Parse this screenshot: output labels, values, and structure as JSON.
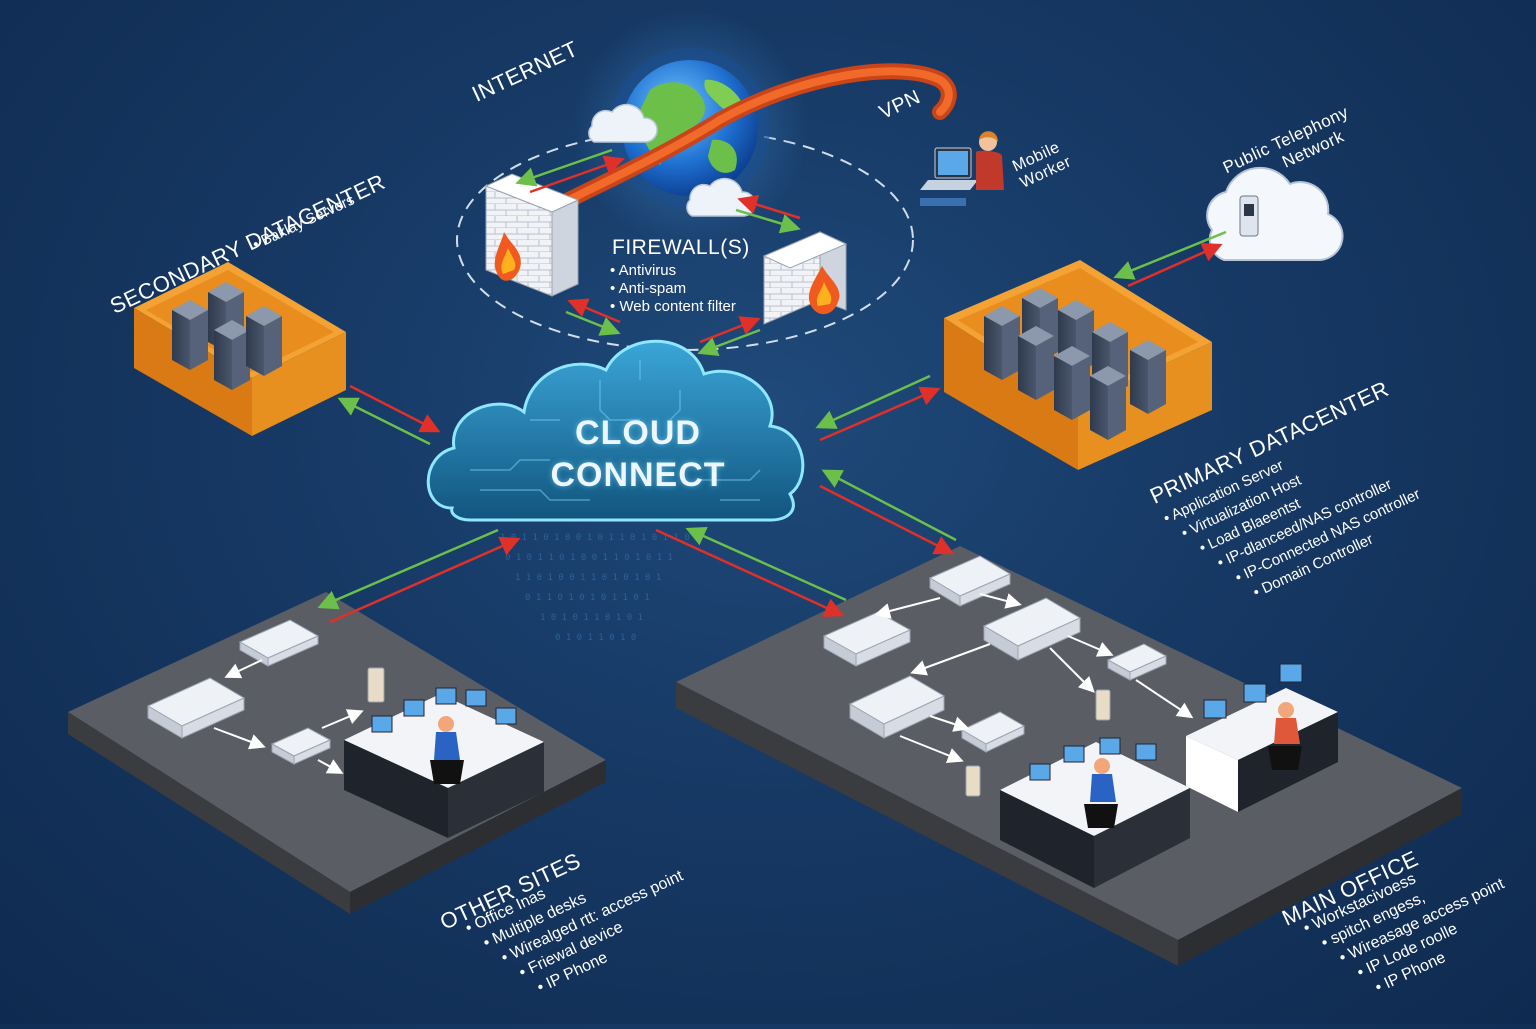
{
  "internet": {
    "label": "INTERNET"
  },
  "vpn": {
    "label": "VPN"
  },
  "mobile_worker": {
    "label": "Mobile\nWorker",
    "line1": "Mobile",
    "line2": "Worker"
  },
  "telephony": {
    "line1": "Public Telephony",
    "line2": "Network"
  },
  "firewall": {
    "title": "FIREWALL(S)",
    "features": [
      "Antivirus",
      "Anti-spam",
      "Web content filter"
    ]
  },
  "cloud": {
    "line1": "CLOUD",
    "line2": "CONNECT"
  },
  "secondary_dc": {
    "title": "SECONDARY DATACENTER",
    "features": [
      "Baklay Servers"
    ]
  },
  "primary_dc": {
    "title": "PRIMARY DATACENTER",
    "features": [
      "Application Server",
      "Virtualization Host",
      "Load Blaeentst",
      "IP-dlanceed/NAS controller",
      "IP-Connected NAS controller",
      "Domain Controller"
    ]
  },
  "other_sites": {
    "title": "OTHER SITES",
    "features": [
      "Office Inas",
      "Multiple desks",
      "Wirealged rtt: access point",
      "Friewal device",
      "IP Phone"
    ]
  },
  "main_office": {
    "title": "MAIN OFFICE",
    "features": [
      "Workstacivoess",
      "spitch engess,",
      "Wireasage access point",
      "IP Lode roolle",
      "IP Phone"
    ]
  },
  "colors": {
    "background": "#173a66",
    "orange": "#f0901e",
    "arrow_red": "#e0302a",
    "arrow_green": "#6cbf4a",
    "cloud": "#2a7fb0",
    "platform": "#55585f"
  }
}
